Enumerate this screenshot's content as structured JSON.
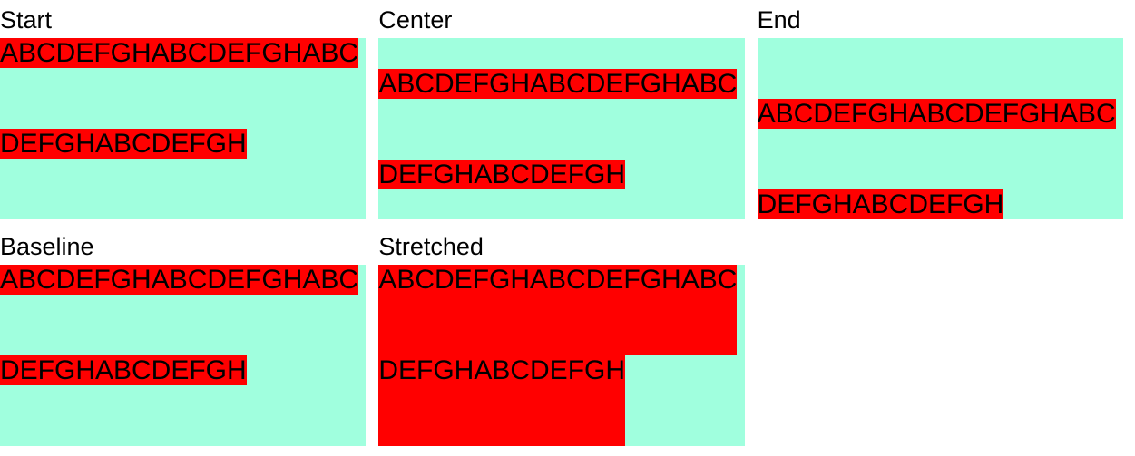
{
  "colors": {
    "page_background": "#ffffff",
    "container_background": "#a0ffde",
    "item_background": "#ff0000",
    "text_color": "#000000"
  },
  "panels": [
    {
      "label": "Start",
      "align": "start",
      "items": [
        "ABCDEFGHABCDEFGHABC",
        "DEFGHABCDEFGH"
      ]
    },
    {
      "label": "Center",
      "align": "center",
      "items": [
        "ABCDEFGHABCDEFGHABC",
        "DEFGHABCDEFGH"
      ]
    },
    {
      "label": "End",
      "align": "end",
      "items": [
        "ABCDEFGHABCDEFGHABC",
        "DEFGHABCDEFGH"
      ]
    },
    {
      "label": "Baseline",
      "align": "baseline",
      "items": [
        "ABCDEFGHABCDEFGHABC",
        "DEFGHABCDEFGH"
      ]
    },
    {
      "label": "Stretched",
      "align": "stretch",
      "items": [
        "ABCDEFGHABCDEFGHABC",
        "DEFGHABCDEFGH"
      ]
    }
  ]
}
